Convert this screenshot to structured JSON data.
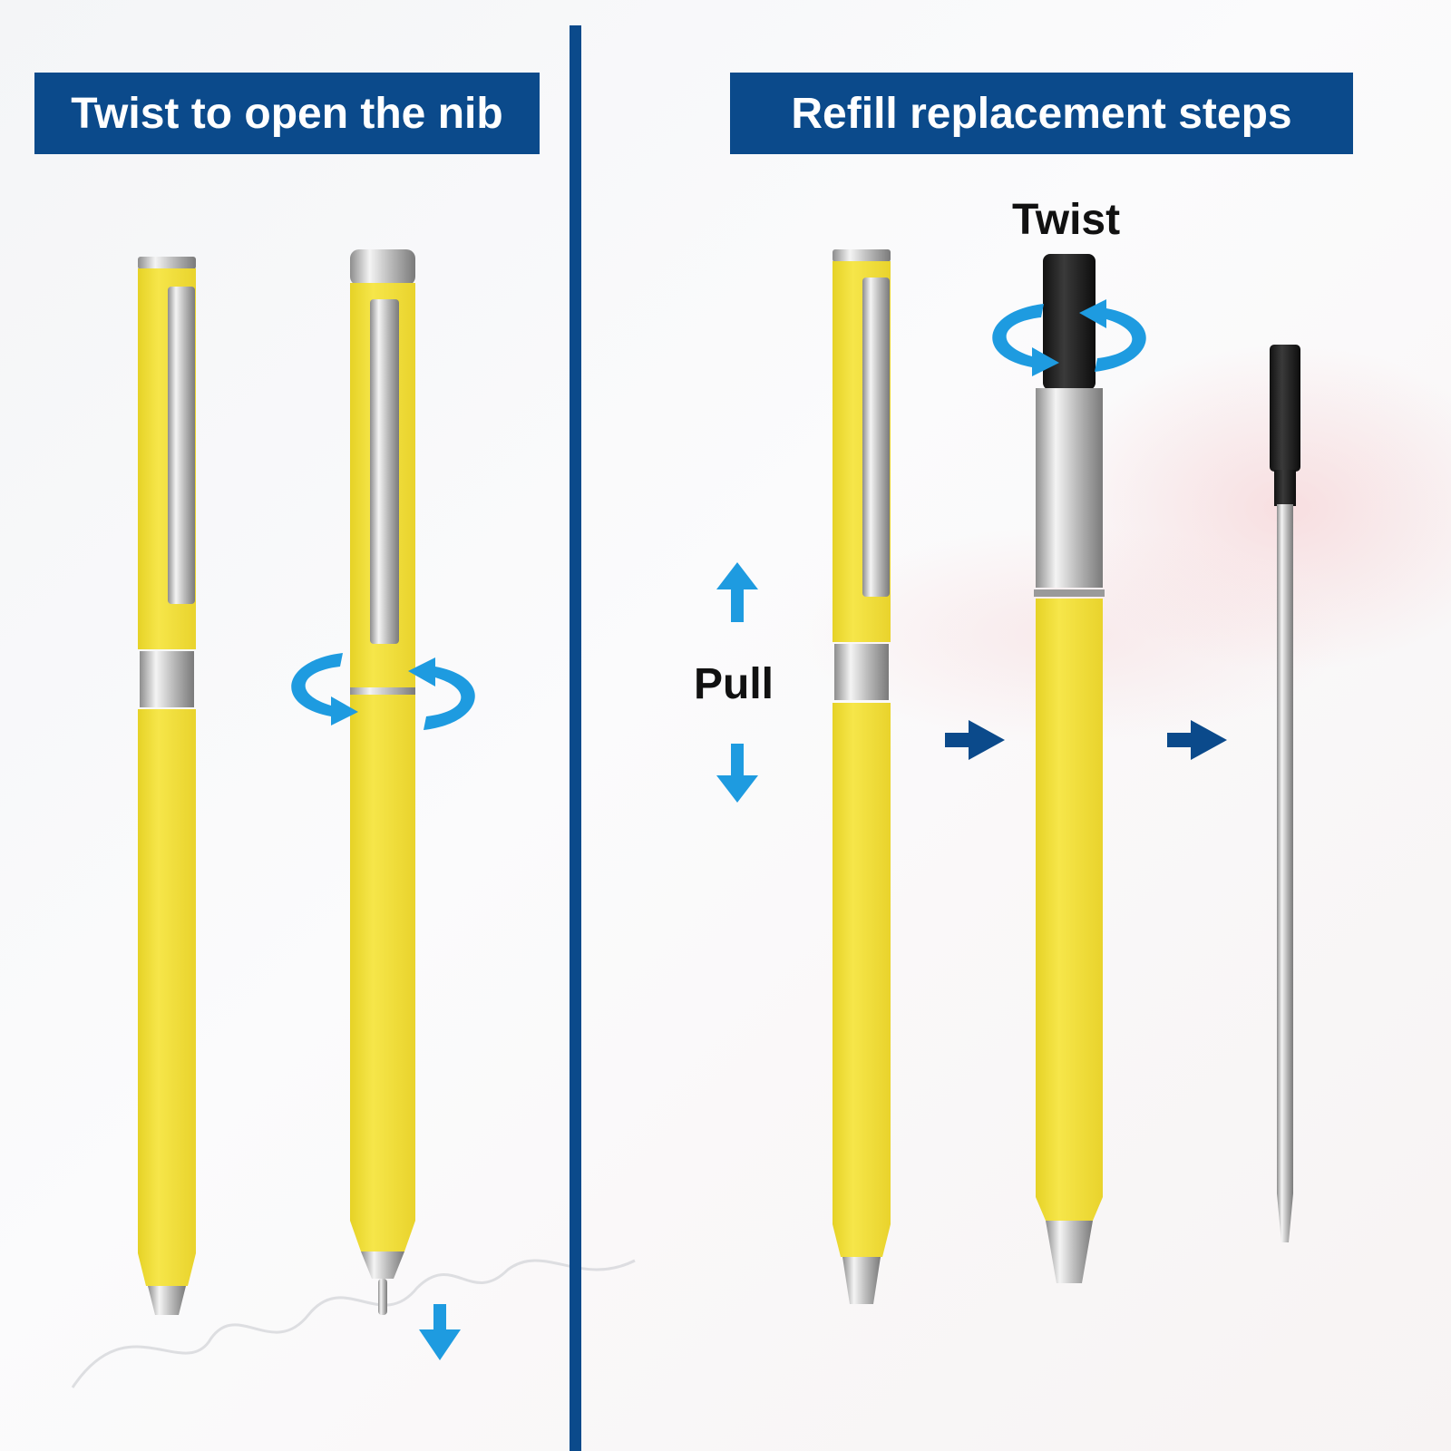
{
  "panels": {
    "left": {
      "title": "Twist to open the nib"
    },
    "right": {
      "title": "Refill replacement steps"
    }
  },
  "labels": {
    "twist": "Twist",
    "pull": "Pull"
  },
  "colors": {
    "banner": "#0b4a8b",
    "pen_body": "#f2e13a",
    "action_arrow": "#1e9be0",
    "step_arrow": "#0b4a8b"
  },
  "icons": [
    "rotate-arrows-icon",
    "arrow-up-icon",
    "arrow-down-icon",
    "arrow-right-icon"
  ]
}
